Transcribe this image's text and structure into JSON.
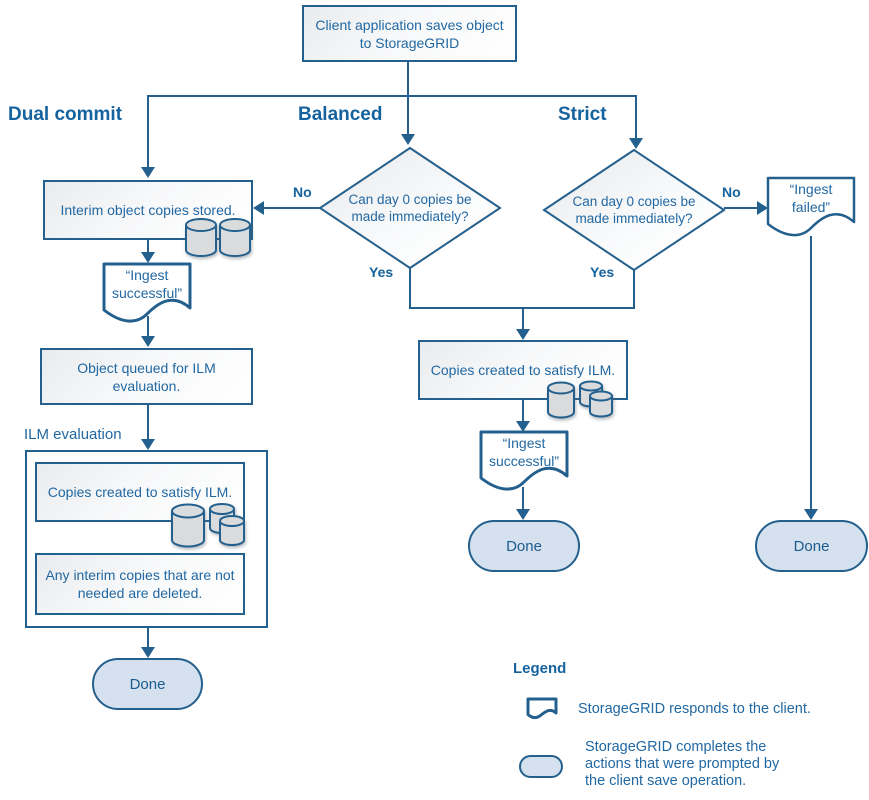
{
  "colors": {
    "line": "#24608D",
    "node_text": "#2268A2",
    "bold_label": "#15639E",
    "pill_fill": "#D5E1EE",
    "cylinder_fill": "#D9DBDD",
    "box_gradient_start": "#E9EBEE"
  },
  "flow": {
    "start": "Client application saves object to StorageGRID",
    "branches": {
      "dual": "Dual commit",
      "balanced": "Balanced",
      "strict": "Strict"
    },
    "decisions": {
      "balanced": "Can day 0 copies be made immediately?",
      "strict": "Can day 0 copies be made immediately?"
    },
    "edge_labels": {
      "no_balanced": "No",
      "yes_balanced": "Yes",
      "no_strict": "No",
      "yes_strict": "Yes"
    },
    "dual_path": {
      "interim": "Interim object copies stored.",
      "ingest_successful": "“Ingest successful”",
      "queued": "Object queued for ILM evaluation.",
      "ilm_section_label": "ILM evaluation",
      "copies": "Copies created to satisfy ILM.",
      "interim_deleted": "Any interim copies that are not needed are deleted.",
      "done": "Done"
    },
    "balanced_path": {
      "copies": "Copies created to satisfy ILM.",
      "ingest_successful": "“Ingest successful”",
      "done": "Done"
    },
    "strict_path": {
      "ingest_failed": "“Ingest failed”",
      "done": "Done"
    }
  },
  "legend": {
    "title": "Legend",
    "items": [
      {
        "icon": "document-icon",
        "text": "StorageGRID responds to the client."
      },
      {
        "icon": "pill-icon",
        "text": "StorageGRID completes the actions that were prompted by the client save operation."
      }
    ]
  }
}
